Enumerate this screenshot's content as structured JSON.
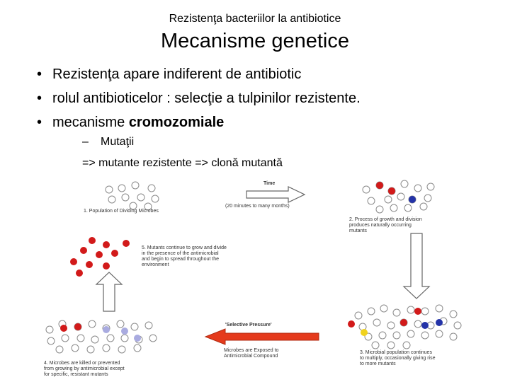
{
  "slide": {
    "subtitle": "Rezistenţa bacteriilor la antibiotice",
    "title": "Mecanisme genetice",
    "bullets": [
      {
        "prefix": "Rezistenţa apare indiferent de antibiotic",
        "bold": ""
      },
      {
        "prefix": "rolul antibioticelor : selecţie a tulpinilor rezistente.",
        "bold": ""
      },
      {
        "prefix": "mecanisme ",
        "bold": "cromozomiale"
      }
    ],
    "sub_dash": "–",
    "sub_item": "Mutaţii",
    "sub_line": "=> mutante rezistente => clonă mutantă"
  },
  "diagram": {
    "time_label": "Time",
    "time_range": "(20 minutes to many months)",
    "step1": "1. Population of Dividing Microbes",
    "step2": [
      "2. Process of growth and division",
      "produces naturally occurring",
      "mutants"
    ],
    "step3": [
      "3. Microbial population continues",
      "to multiply, occasionally giving rise",
      "to more mutants"
    ],
    "step4": [
      "4. Microbes are killed or prevented",
      "from growing by antimicrobial except",
      "for specific, resistant mutants"
    ],
    "step5": [
      "5. Mutants continue to grow and divide",
      "in the presence of the antimicrobial",
      "and begin to spread throughout the",
      "environment"
    ],
    "pressure_label": "'Selective Pressure'",
    "exposed": [
      "Microbes are Exposed to",
      "Antimicrobial Compound"
    ],
    "colors": {
      "red": "#d21a1a",
      "blue": "#2433a8",
      "yellow": "#f0d21e",
      "lavender": "#a9abe0",
      "outline": "#8a8a8a"
    }
  }
}
